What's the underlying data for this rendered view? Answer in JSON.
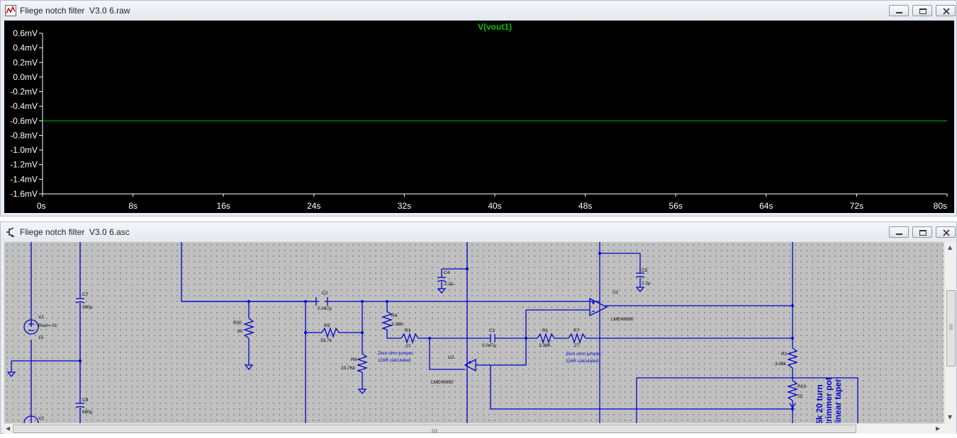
{
  "plot_window": {
    "title": "Fliege notch filter  V3.0 6.raw",
    "icon": "waveform-icon"
  },
  "schematic_window": {
    "title": "Fliege notch filter  V3.0 6.asc",
    "icon": "schematic-icon"
  },
  "window_buttons": {
    "minimize": "minimize-icon",
    "maximize": "maximize-icon",
    "close": "close-icon"
  },
  "colors": {
    "plot_bg": "#000000",
    "trace": "#00c000",
    "axis_text": "#ffffff",
    "wire": "#0000cc",
    "schematic_bg": "#c0c0c0"
  },
  "chart_data": {
    "type": "line",
    "title": "V(vout1)",
    "xlabel": "",
    "ylabel": "",
    "x_ticks": [
      "0s",
      "8s",
      "16s",
      "24s",
      "32s",
      "40s",
      "48s",
      "56s",
      "64s",
      "72s",
      "80s"
    ],
    "y_ticks": [
      "0.6mV",
      "0.4mV",
      "0.2mV",
      "0.0mV",
      "-0.2mV",
      "-0.4mV",
      "-0.6mV",
      "-0.8mV",
      "-1.0mV",
      "-1.2mV",
      "-1.4mV",
      "-1.6mV"
    ],
    "xlim": [
      0,
      80
    ],
    "ylim": [
      -1.6,
      0.6
    ],
    "series": [
      {
        "name": "V(vout1)",
        "color": "#00c000",
        "x": [
          0,
          80
        ],
        "y": [
          -0.6,
          -0.6
        ]
      }
    ]
  },
  "schematic": {
    "labels": [
      "C7",
      "390µ",
      "V1",
      "Rser=.01",
      "15",
      "C8",
      "680µ",
      "V2",
      "R20",
      "60",
      "C2",
      "0.047µ",
      "R5",
      "33.7k",
      "R6",
      "33.7Kk",
      "R4",
      "3.38K",
      "R3",
      "27",
      "Zero ohm jumper,",
      "116R calculated",
      "C4",
      "2.2µ",
      "U2",
      "LME49990",
      "C1",
      "0.047µ",
      "R1",
      "3.38K",
      "R7",
      "27",
      "U1",
      "LME49990",
      "C5",
      "2.2µ",
      "R2",
      "3.38k",
      "R13",
      "25",
      "5k 20 turn",
      "trimmer pot",
      "linear taper"
    ]
  }
}
